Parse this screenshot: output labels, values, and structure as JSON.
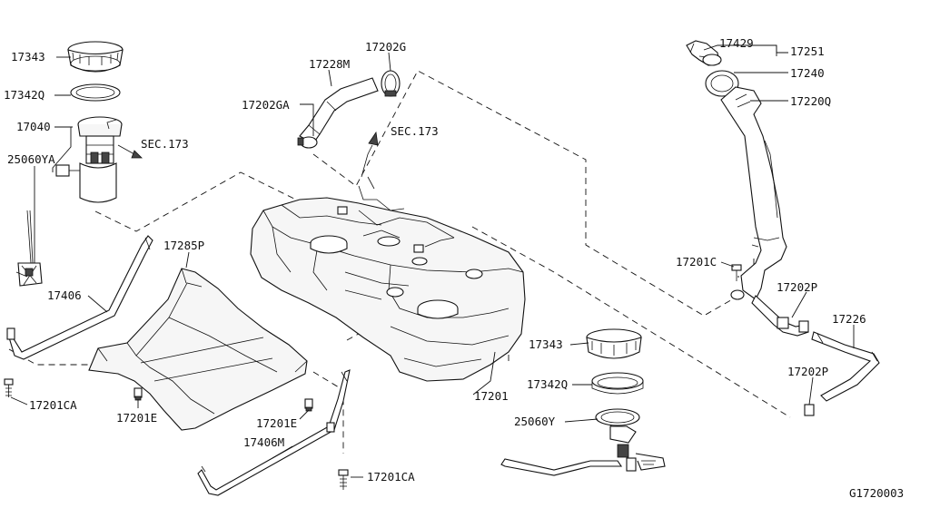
{
  "diagram_id": "G1720003",
  "callouts": {
    "c17343_top": "17343",
    "c17342q_top": "17342Q",
    "c17040": "17040",
    "c25060ya": "25060YA",
    "sec173_left": "SEC.173",
    "c17406": "17406",
    "c17201ca_left": "17201CA",
    "c17285p": "17285P",
    "c17201e_left": "17201E",
    "c17201e_right": "17201E",
    "c17406m": "17406M",
    "c17201ca_bottom": "17201CA",
    "c17228m": "17228M",
    "c17202g": "17202G",
    "c17202ga": "17202GA",
    "sec173_mid": "SEC.173",
    "c17201": "17201",
    "c17343_bot": "17343",
    "c17342q_bot": "17342Q",
    "c25060y": "25060Y",
    "c17429": "17429",
    "c17251": "17251",
    "c17240": "17240",
    "c17220q": "17220Q",
    "c17201c": "17201C",
    "c17202p_top": "17202P",
    "c17226": "17226",
    "c17202p_bot": "17202P"
  }
}
